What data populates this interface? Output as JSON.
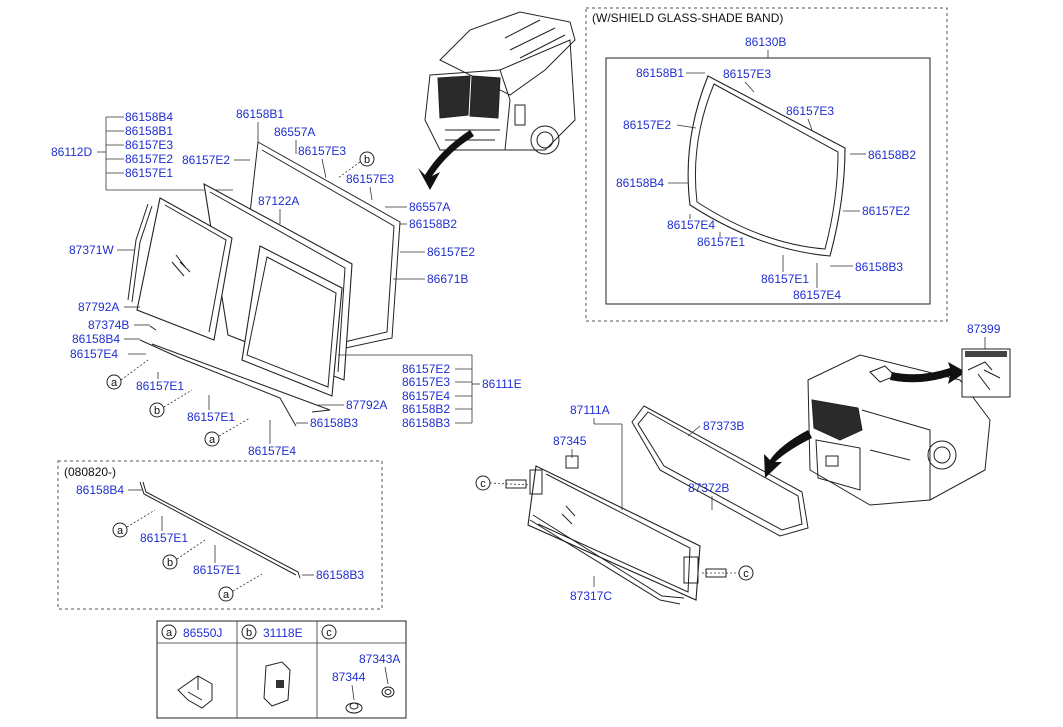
{
  "inset_shade": {
    "title": "(W/SHIELD GLASS-SHADE BAND)",
    "assembly": "86130B",
    "labels": [
      "86158B1",
      "86157E3",
      "86157E3",
      "86157E2",
      "86158B2",
      "86158B4",
      "86157E2",
      "86157E4",
      "86157E1",
      "86157E1",
      "86158B3",
      "86157E4"
    ]
  },
  "group_86112D": {
    "code": "86112D",
    "items": [
      "86158B4",
      "86158B1",
      "86157E3",
      "86157E2",
      "86157E1"
    ]
  },
  "group_86111E": {
    "code": "86111E",
    "items": [
      "86157E2",
      "86157E3",
      "86157E4",
      "86158B2",
      "86158B3"
    ]
  },
  "front": {
    "l_86158B1": "86158B1",
    "l_86557A_1": "86557A",
    "l_86157E2": "86157E2",
    "l_86157E3_1": "86157E3",
    "l_86157E3_2": "86157E3",
    "l_86557A_2": "86557A",
    "l_86158B2": "86158B2",
    "l_87122A": "87122A",
    "l_86157E2_b": "86157E2",
    "l_86671B": "86671B",
    "l_87371W": "87371W",
    "l_87792A_1": "87792A",
    "l_87374B": "87374B",
    "l_86158B4": "86158B4",
    "l_86157E4": "86157E4",
    "l_86157E1_1": "86157E1",
    "l_86157E1_2": "86157E1",
    "l_87792A_2": "87792A",
    "l_86158B3": "86158B3",
    "l_86157E4_b": "86157E4"
  },
  "variant": {
    "title": "(080820-)",
    "l_86158B4": "86158B4",
    "l_86157E1_1": "86157E1",
    "l_86157E1_2": "86157E1",
    "l_86158B3": "86158B3"
  },
  "rear": {
    "l_87111A": "87111A",
    "l_87345": "87345",
    "l_87373B": "87373B",
    "l_87372B": "87372B",
    "l_87317C": "87317C",
    "l_87399": "87399"
  },
  "callouts": {
    "a": "a",
    "b": "b",
    "c": "c"
  },
  "legend": {
    "a_part": "86550J",
    "b_part": "31118E",
    "c_part1": "87343A",
    "c_part2": "87344"
  }
}
